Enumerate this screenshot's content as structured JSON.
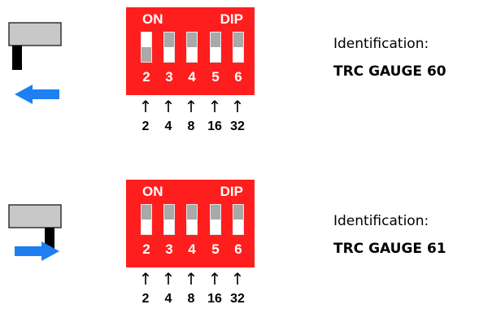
{
  "colors": {
    "dip_body": "#ff1e1e",
    "arrow": "#1e7ff0",
    "knob": "#a9a9a9",
    "lever": "#c8c8c8"
  },
  "panels": [
    {
      "direction": "left",
      "on_label": "ON",
      "dip_label": "DIP",
      "switches": [
        {
          "num": "2",
          "state": "on"
        },
        {
          "num": "3",
          "state": "off"
        },
        {
          "num": "4",
          "state": "off"
        },
        {
          "num": "5",
          "state": "off"
        },
        {
          "num": "6",
          "state": "off"
        }
      ],
      "weights": [
        "2",
        "4",
        "8",
        "16",
        "32"
      ],
      "ident_label": "Identification:",
      "ident_value": "TRC GAUGE 60"
    },
    {
      "direction": "right",
      "on_label": "ON",
      "dip_label": "DIP",
      "switches": [
        {
          "num": "2",
          "state": "off"
        },
        {
          "num": "3",
          "state": "off"
        },
        {
          "num": "4",
          "state": "off"
        },
        {
          "num": "5",
          "state": "off"
        },
        {
          "num": "6",
          "state": "off"
        }
      ],
      "weights": [
        "2",
        "4",
        "8",
        "16",
        "32"
      ],
      "ident_label": "Identification:",
      "ident_value": "TRC GAUGE 61"
    }
  ]
}
